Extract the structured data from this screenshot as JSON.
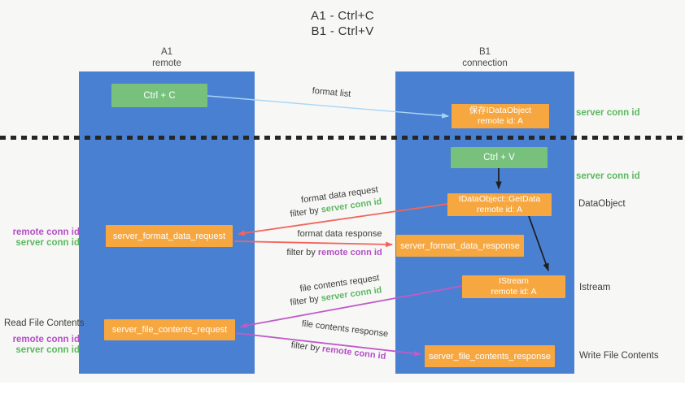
{
  "title": {
    "line1": "A1 - Ctrl+C",
    "line2": "B1 - Ctrl+V"
  },
  "columns": {
    "a1": {
      "name": "A1",
      "subtitle": "remote"
    },
    "b1": {
      "name": "B1",
      "subtitle": "connection"
    }
  },
  "nodes": {
    "ctrl_c": {
      "label": "Ctrl + C"
    },
    "save_idataobject": {
      "line1": "保存IDataObject",
      "line2": "remote id: A"
    },
    "ctrl_v": {
      "label": "Ctrl + V"
    },
    "getdata": {
      "line1": "IDataObject::GetData",
      "line2": "remote id: A"
    },
    "server_format_data_request": {
      "label": "server_format_data_request"
    },
    "server_format_data_response": {
      "label": "server_format_data_response"
    },
    "istream": {
      "line1": "IStream",
      "line2": "remote id: A"
    },
    "server_file_contents_request": {
      "label": "server_file_contents_request"
    },
    "server_file_contents_response": {
      "label": "server_file_contents_response"
    }
  },
  "arrow_labels": {
    "format_list": "format list",
    "format_data_request": "format data request",
    "format_data_response": "format data response",
    "file_contents_request": "file contents request",
    "file_contents_response": "file contents response",
    "filter_by": "filter by"
  },
  "annotations": {
    "server_conn_id": "server conn id",
    "remote_conn_id": "remote conn id",
    "dataobject": "DataObject",
    "istream": "Istream",
    "read_file_contents": "Read File Contents",
    "write_file_contents": "Write File Contents"
  },
  "colors": {
    "column_blue": "#4a80d2",
    "box_green": "#77c17c",
    "box_orange": "#f7a740",
    "arrow_red": "#f2655e",
    "arrow_magenta": "#c05bc7",
    "arrow_lightblue": "#a9d5f4",
    "arrow_black": "#1f1f1f",
    "text_green": "#5cb860",
    "text_purple": "#b44ec6"
  }
}
